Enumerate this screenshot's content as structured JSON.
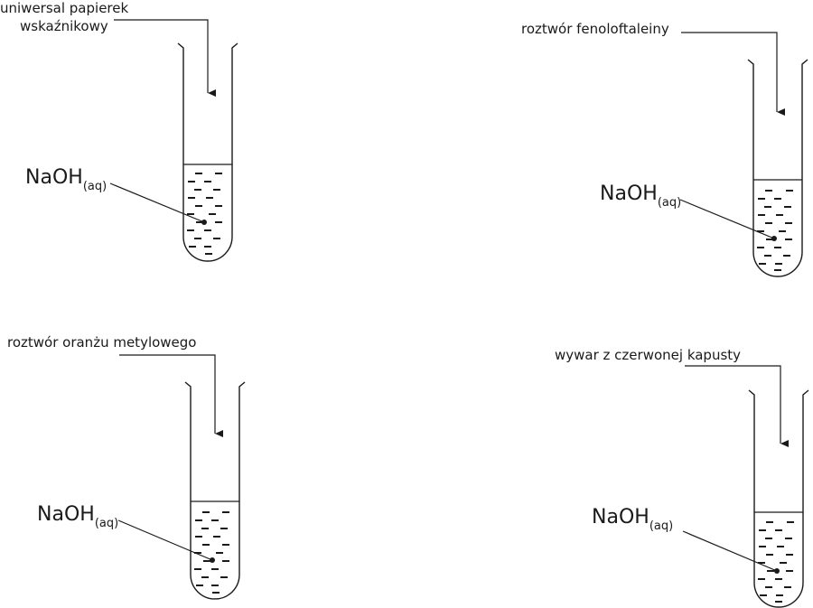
{
  "experiments": [
    {
      "indicator": "uniwersal papierek",
      "indicator_line2": "wskaźnikowy",
      "solution": "NaOH",
      "solution_state": "(aq)"
    },
    {
      "indicator": "roztwór fenoloftaleiny",
      "solution": "NaOH",
      "solution_state": "(aq)"
    },
    {
      "indicator": "roztwór oranżu metylowego",
      "solution": "NaOH",
      "solution_state": "(aq)"
    },
    {
      "indicator": "wywar z czerwonej kapusty",
      "solution": "NaOH",
      "solution_state": "(aq)"
    }
  ]
}
